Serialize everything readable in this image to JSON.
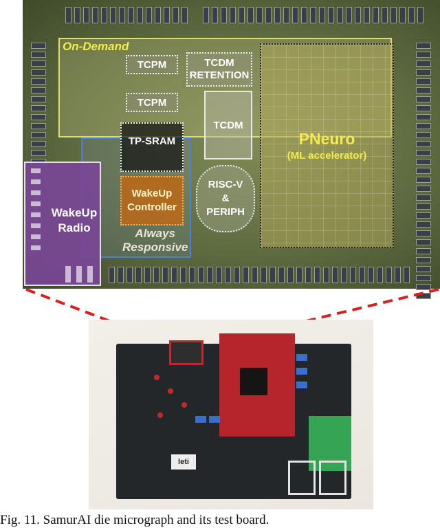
{
  "figure": {
    "caption": "Fig. 11.  SamurAI die micrograph and its test board."
  },
  "die": {
    "on_demand_label": "On-Demand",
    "always_responsive_label": [
      "Always",
      "Responsive"
    ],
    "blocks": {
      "tcpm_1": "TCPM",
      "tcpm_2": "TCPM",
      "tcdm_retention": [
        "TCDM",
        "RETENTION"
      ],
      "tcdm": "TCDM",
      "tp_sram": "TP-SRAM",
      "wakeup_controller": [
        "WakeUp",
        "Controller"
      ],
      "riscv_periph": [
        "RISC-V",
        "&",
        "PERIPH"
      ],
      "pneuro": [
        "PNeuro",
        "(ML accelerator)"
      ],
      "wakeup_radio": [
        "WakeUp",
        "Radio"
      ]
    },
    "colors": {
      "on_demand": "#e0df6a",
      "always_responsive": "#4f7fd8",
      "wakeup_radio": "#784696",
      "wakeup_controller": "#b96919",
      "connector_dash": "#d8201f"
    }
  },
  "board": {
    "logo_text": "leti"
  }
}
